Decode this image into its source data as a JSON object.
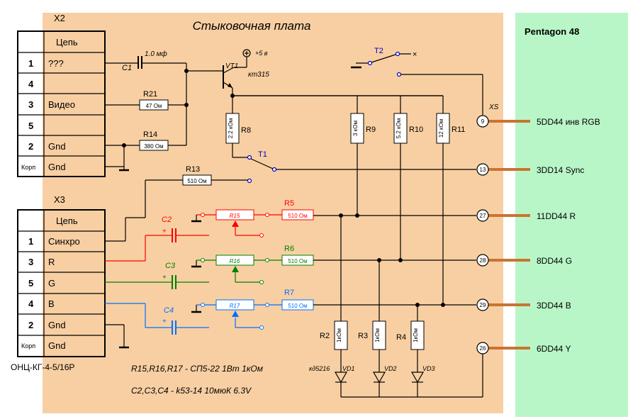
{
  "board": {
    "title": "Стыковочная плата",
    "right_panel_title": "Pentagon 48"
  },
  "x2": {
    "title": "X2",
    "header": "Цепь",
    "rows": [
      {
        "pin": "1",
        "name": "???"
      },
      {
        "pin": "4",
        "name": ""
      },
      {
        "pin": "3",
        "name": "Видео"
      },
      {
        "pin": "5",
        "name": ""
      },
      {
        "pin": "2",
        "name": "Gnd"
      },
      {
        "pin": "Корп",
        "name": "Gnd"
      }
    ]
  },
  "x3": {
    "title": "X3",
    "header": "Цепь",
    "rows": [
      {
        "pin": "1",
        "name": "Синхро"
      },
      {
        "pin": "3",
        "name": "R"
      },
      {
        "pin": "5",
        "name": "G"
      },
      {
        "pin": "4",
        "name": "B"
      },
      {
        "pin": "2",
        "name": "Gnd"
      },
      {
        "pin": "Корп",
        "name": "Gnd"
      }
    ],
    "connector_type": "ОНЦ-КГ-4-5/16Р"
  },
  "components": {
    "c1_name": "C1",
    "c1_value": "1.0 мф",
    "vt1_name": "VT1",
    "vt1_type": "кт315",
    "vcc": "+5 в",
    "t1": "T1",
    "t2": "T2",
    "r21_name": "R21",
    "r21_value": "47 Ом",
    "r14_name": "R14",
    "r14_value": "380 Ом",
    "r13_name": "R13",
    "r13_value": "510 Ом",
    "r8_name": "R8",
    "r8_value": "2.2 кОм",
    "r9_name": "R9",
    "r9_value": "3 кОм",
    "r10_name": "R10",
    "r10_value": "5.2 кОм",
    "r11_name": "R11",
    "r11_value": "12 кОм",
    "c2": "C2",
    "c3": "C3",
    "c4": "C4",
    "r15": "R15",
    "r16": "R16",
    "r17": "R17",
    "r5_name": "R5",
    "r5_value": "510 Ом",
    "r6_name": "R6",
    "r6_value": "510 Ом",
    "r7_name": "R7",
    "r7_value": "510 Ом",
    "r2_name": "R2",
    "r2_value": "1кОм",
    "r3_name": "R3",
    "r3_value": "1кОм",
    "r4_name": "R4",
    "r4_value": "1кОм",
    "vd_type": "кд5216",
    "vd1": "VD1",
    "vd2": "VD2",
    "vd3": "VD3",
    "plus": "+",
    "xs": "XS"
  },
  "pins": [
    {
      "num": "9",
      "signal": "5DD44  инв RGB"
    },
    {
      "num": "13",
      "signal": "3DD14 Sync"
    },
    {
      "num": "27",
      "signal": "11DD44 R"
    },
    {
      "num": "28",
      "signal": "8DD44 G"
    },
    {
      "num": "29",
      "signal": "3DD44 B"
    },
    {
      "num": "26",
      "signal": "6DD44 Y"
    }
  ],
  "notes": {
    "line1": "R15,R16,R17  -  СП5-22 1Вт 1кОм",
    "line2": "C2,C3,C4 - k53-14 10мюК 6.3V"
  },
  "colors": {
    "red": "#ff0000",
    "green": "#008000",
    "blue": "#0070ff",
    "lead": "#c87533",
    "board": "#f8cfa2",
    "panel": "#b9f6c7"
  }
}
